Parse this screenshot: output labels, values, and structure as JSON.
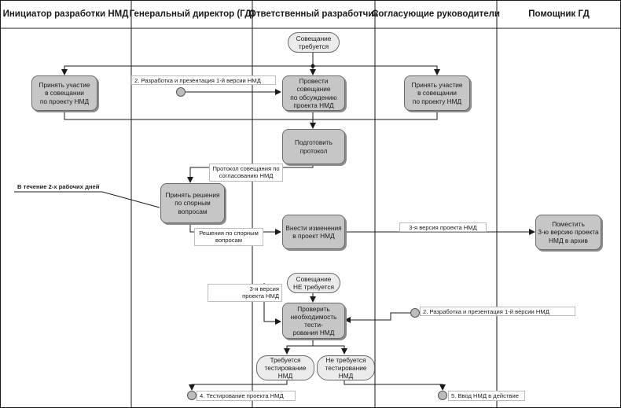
{
  "lanes": [
    "Инициатор разработки НМД",
    "Генеральный директор (ГД)",
    "Ответственный разработчик",
    "Согласующие руководители",
    "Помощник ГД"
  ],
  "events": {
    "meeting_required": "Совещание\nтребуется",
    "meeting_not_required": "Совещание\nНЕ требуется",
    "testing_required": "Требуется\nтестирование НМД",
    "testing_not_required": "Не требуется\nтестирование НМД"
  },
  "processes": {
    "initiator_participate": "Принять участие\nв совещании\nпо проекту НМД",
    "hold_meeting": "Провести совещание\nпо обсуждению\nпроекта НМД",
    "approvers_participate": "Принять участие\nв совещании\nпо проекту НМД",
    "prepare_protocol": "Подготовить\nпротокол",
    "decide_disputes": "Принять решения\nпо спорным\nвопросам",
    "make_changes": "Внести изменения\nв проект НМД",
    "archive": "Поместить\n3-ю версию проекта\nНМД в архив",
    "check_testing": "Проверить\nнеобходимость тести-\nрования НМД"
  },
  "notes": {
    "dev_v1_top": "2. Разработка и презентация 1-й версии НМД",
    "protocol": "Протокол совещания по\nсогласованию НМД",
    "deadline": "В течение 2-х рабочих дней",
    "disputes": "Решения по спорным\nвопросам",
    "version3_right": "3-я версия проекта НМД",
    "version3_left": "3-я версия\nпроекта НМД",
    "dev_v1_right": "2. Разработка и презентация 1-й версии НМД",
    "testing": "4. Тестирование проекта НМД",
    "enact": "5. Ввод НМД в действие"
  }
}
